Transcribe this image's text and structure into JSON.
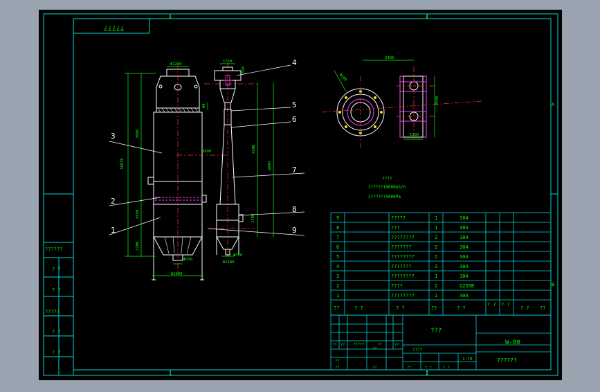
{
  "app": {
    "background": "#9aa4b0",
    "sheet_color": "#000000",
    "line_color": "#00d8d8",
    "text_color": "#00ff00"
  },
  "drawing": {
    "title_code": "¿¿¿¿¿",
    "frame_marks": {
      "top_left": "1",
      "top_right": "2",
      "bottom_left": "1",
      "bottom_right": "2",
      "side_a": "A",
      "side_b": "B"
    },
    "leaders": [
      "4",
      "5",
      "6",
      "7",
      "8",
      "9",
      "3",
      "2",
      "1"
    ],
    "dimensions": {
      "top_dia": "Φ1200",
      "overall_height": "10870",
      "upper_height": "3680",
      "dim_4950": "4950",
      "dim_2200": "2200",
      "dim_8150": "Φ150",
      "bottom_dia": "Φ2000",
      "dim_3800": "3800",
      "dim_1750": "1750",
      "dim_4200": "4200",
      "dim_6840": "6840",
      "dim_810": "810",
      "dim_1100": "1100",
      "dim_350": "Φ350",
      "dim_1500": "Φ1500",
      "dim_2400": "2400",
      "dim_1300": "1300",
      "dim_2500": "2500",
      "dim_8": "Φ8",
      "dim_500": "Φ500"
    },
    "notes": [
      "????",
      "1?????10000m3/h",
      "2??????5000Pa"
    ],
    "left_strip": [
      "??????",
      "? ?",
      "? ?",
      "?????",
      "? ?",
      "? ?"
    ],
    "bom": [
      {
        "no": "9",
        "name": "?????",
        "qty": "1",
        "mat": "304"
      },
      {
        "no": "8",
        "name": "???",
        "qty": "1",
        "mat": "304"
      },
      {
        "no": "7",
        "name": "????????",
        "qty": "2",
        "mat": "304"
      },
      {
        "no": "6",
        "name": "???????",
        "qty": "2",
        "mat": "304"
      },
      {
        "no": "5",
        "name": "????????",
        "qty": "2",
        "mat": "304"
      },
      {
        "no": "4",
        "name": "???????",
        "qty": "2",
        "mat": "304"
      },
      {
        "no": "3",
        "name": "????????",
        "qty": "1",
        "mat": "304"
      },
      {
        "no": "2",
        "name": "????",
        "qty": "2",
        "mat": "Q235B"
      },
      {
        "no": "1",
        "name": "????????",
        "qty": "1",
        "mat": "304"
      }
    ],
    "bom_header": [
      "??",
      "? ?",
      "? ?",
      "??",
      "? ?",
      "? ?",
      "? ?",
      "? ?",
      "??"
    ],
    "title_block": {
      "name": "???",
      "code": "W-80",
      "company": "??????",
      "scale": "1:70",
      "stages": "????",
      "row_a": [
        "??",
        "??",
        "?????",
        "??",
        "??"
      ],
      "row_b": [
        "??",
        "??"
      ],
      "row_c": [
        "??",
        "??"
      ],
      "row_d": [
        "??",
        "? ?",
        "? ?"
      ]
    }
  }
}
